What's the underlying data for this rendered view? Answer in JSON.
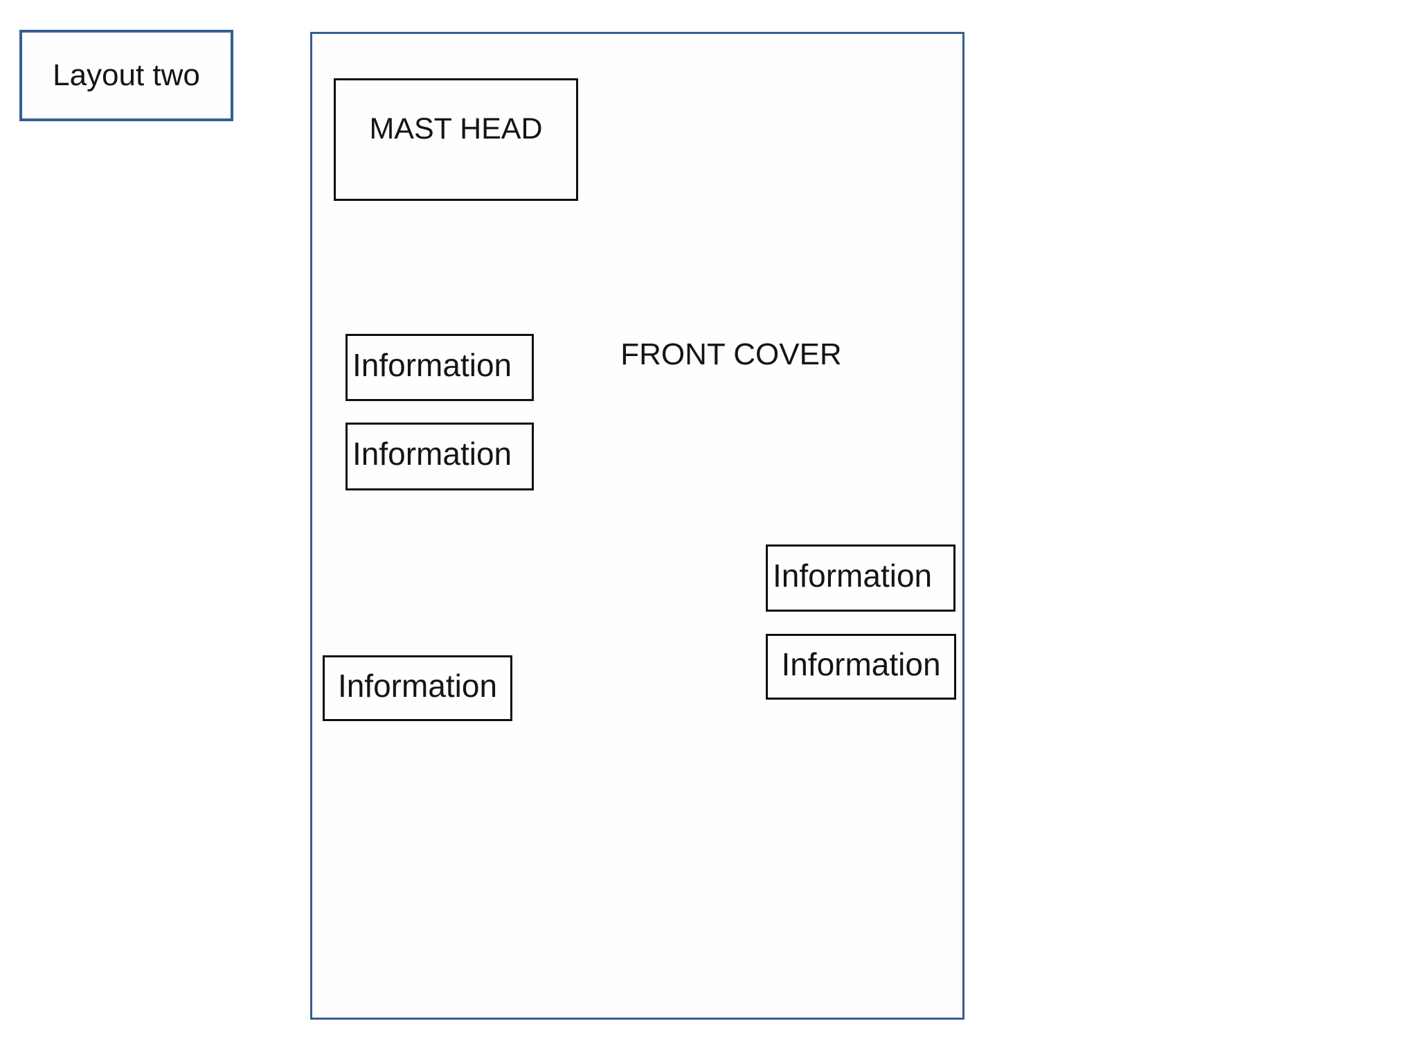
{
  "title_box": {
    "label": "Layout two"
  },
  "cover_panel": {
    "masthead": {
      "label": "MAST HEAD"
    },
    "cover_title": {
      "label": "FRONT COVER"
    },
    "info_boxes": [
      {
        "id": "info-box-left-top",
        "label": "Information"
      },
      {
        "id": "info-box-left-middle",
        "label": "Information"
      },
      {
        "id": "info-box-right-top",
        "label": "Information"
      },
      {
        "id": "info-box-right-bottom",
        "label": "Information"
      },
      {
        "id": "info-box-bottom-left",
        "label": "Information"
      }
    ]
  },
  "colors": {
    "frame_blue": "#365f91",
    "shape_border": "#0f0f0f",
    "text": "#141414",
    "background": "#ffffff"
  }
}
